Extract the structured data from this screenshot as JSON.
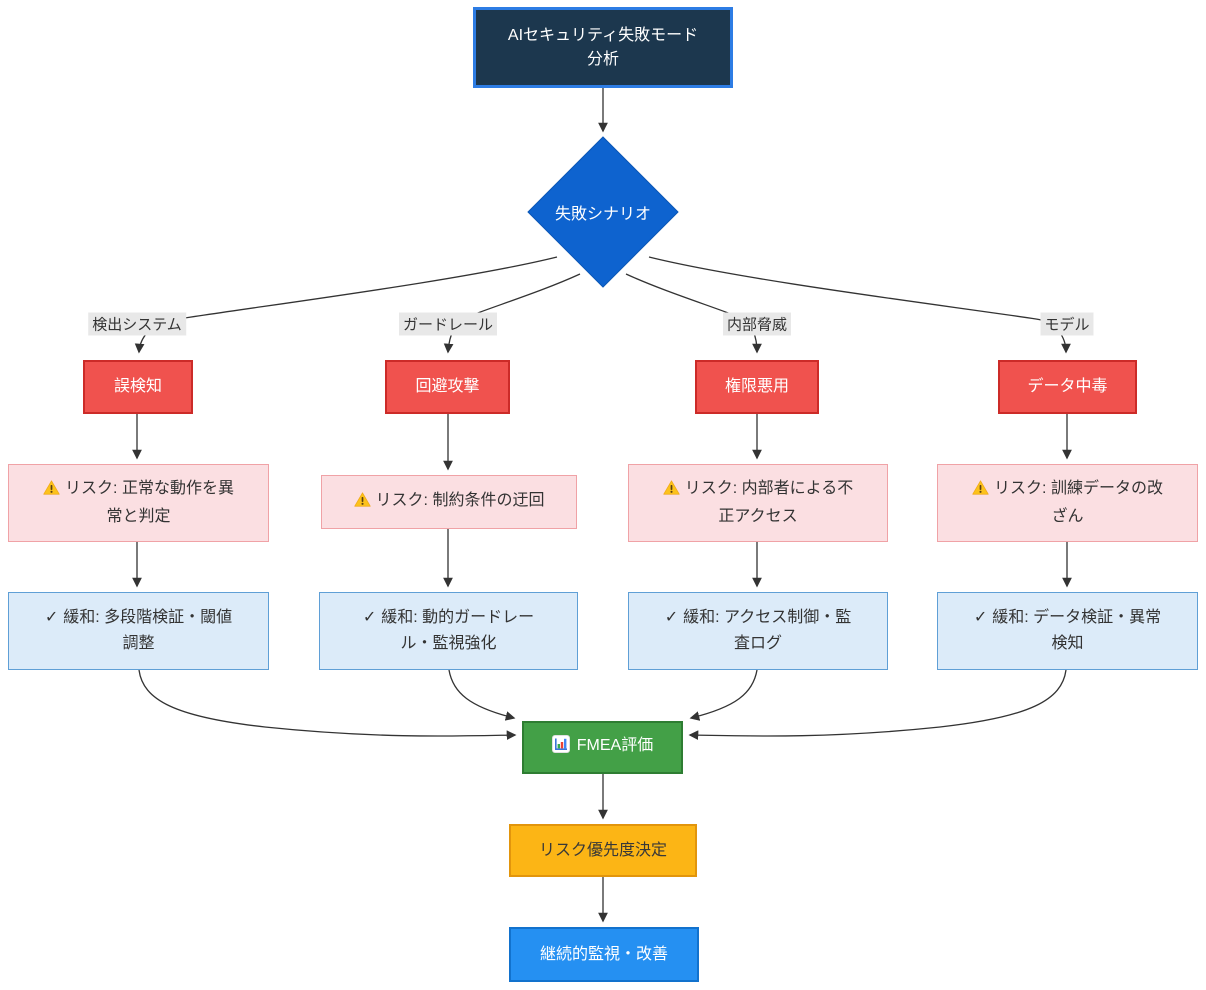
{
  "diagram_title": "AIセキュリティ失敗モード分析",
  "nodes": {
    "root": {
      "label": "AIセキュリティ失敗モード\n分析"
    },
    "decision": {
      "label": "失敗シナリオ"
    },
    "fmea": {
      "icon": "bar-chart-icon",
      "label": "FMEA評価"
    },
    "priority": {
      "label": "リスク優先度決定"
    },
    "monitoring": {
      "label": "継続的監視・改善"
    }
  },
  "branches": [
    {
      "edge_label": "検出システム",
      "failure": {
        "label": "誤検知"
      },
      "risk": {
        "icon": "warning-icon",
        "label": "リスク: 正常な動作を異\n常と判定"
      },
      "mitigation": {
        "icon": "check-icon",
        "check": "✓",
        "label": "緩和: 多段階検証・閾値\n調整"
      }
    },
    {
      "edge_label": "ガードレール",
      "failure": {
        "label": "回避攻撃"
      },
      "risk": {
        "icon": "warning-icon",
        "label": "リスク: 制約条件の迂回"
      },
      "mitigation": {
        "icon": "check-icon",
        "check": "✓",
        "label": "緩和: 動的ガードレー\nル・監視強化"
      }
    },
    {
      "edge_label": "内部脅威",
      "failure": {
        "label": "権限悪用"
      },
      "risk": {
        "icon": "warning-icon",
        "label": "リスク: 内部者による不\n正アクセス"
      },
      "mitigation": {
        "icon": "check-icon",
        "check": "✓",
        "label": "緩和: アクセス制御・監\n査ログ"
      }
    },
    {
      "edge_label": "モデル",
      "failure": {
        "label": "データ中毒"
      },
      "risk": {
        "icon": "warning-icon",
        "label": "リスク: 訓練データの改\nざん"
      },
      "mitigation": {
        "icon": "check-icon",
        "check": "✓",
        "label": "緩和: データ検証・異常\n検知"
      }
    }
  ],
  "colors": {
    "root_fill": "#1c374e",
    "root_border": "#2d7ce4",
    "decision_fill": "#0e63cf",
    "failure_fill": "#f0524e",
    "failure_border": "#cc2b28",
    "risk_fill": "#fbdfe2",
    "risk_border": "#f0a2a6",
    "mitigation_fill": "#dcebf9",
    "mitigation_border": "#5f9fd6",
    "fmea_fill": "#43a047",
    "fmea_border": "#2e7d32",
    "priority_fill": "#fcb515",
    "priority_border": "#e2950c",
    "monitoring_fill": "#2590f2",
    "monitoring_border": "#1272cd",
    "edge_label_bg": "#e8e8e8",
    "line": "#333333",
    "warning_yellow": "#fcc21b"
  }
}
